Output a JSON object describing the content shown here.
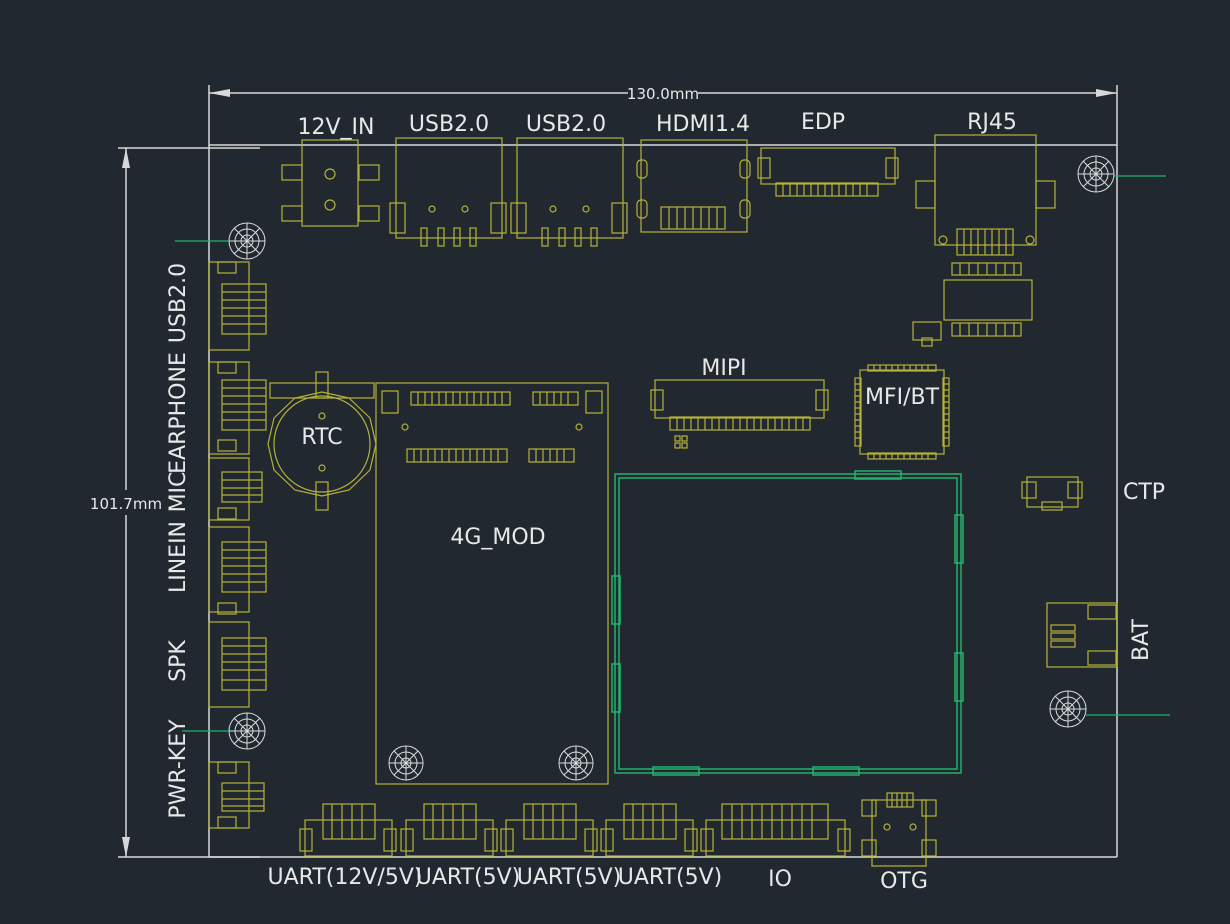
{
  "dimensions": {
    "width": "130.0mm",
    "height": "101.7mm"
  },
  "top_connectors": {
    "dc_in": "12V_IN",
    "usb_a": "USB2.0",
    "usb_b": "USB2.0",
    "hdmi": "HDMI1.4",
    "edp": "EDP",
    "rj45": "RJ45"
  },
  "left_connectors": {
    "usb": "USB2.0",
    "earphone": "EARPHONE",
    "mic": "MIC",
    "linein": "LINEIN",
    "spk": "SPK",
    "pwr_key": "PWR-KEY"
  },
  "center": {
    "rtc": "RTC",
    "module": "4G_MOD",
    "mipi": "MIPI",
    "mfi_bt": "MFI/BT"
  },
  "right_connectors": {
    "ctp": "CTP",
    "bat": "BAT"
  },
  "bottom_connectors": {
    "uart1": "UART(12V/5V)",
    "uart2": "UART(5V)",
    "uart3": "UART(5V)",
    "uart4": "UART(5V)",
    "io": "IO",
    "otg": "OTG"
  },
  "colors": {
    "background": "#212830",
    "outline": "#d8d8d8",
    "footprint": "#b5b238",
    "som": "#22b36a",
    "hole": "#dcdcdc"
  }
}
